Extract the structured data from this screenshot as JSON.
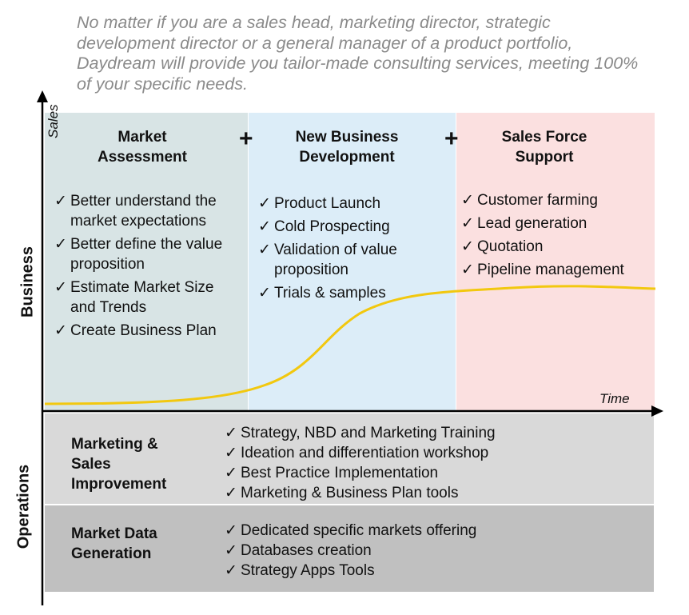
{
  "intro": "No matter if you are a sales head, marketing director, strategic development director or a general manager of a product portfolio, Daydream will provide you tailor-made consulting services, meeting 100% of your specific needs.",
  "axis": {
    "y_business": "Business",
    "y_operations": "Operations",
    "sales": "Sales",
    "time": "Time"
  },
  "plus": "+",
  "check": "✓",
  "columns": [
    {
      "title_lines": [
        "Market",
        "Assessment"
      ],
      "items": [
        [
          "Better understand the",
          "market expectations"
        ],
        [
          "Better define the value",
          "proposition"
        ],
        [
          "Estimate Market Size",
          "and Trends"
        ],
        [
          "Create Business Plan"
        ]
      ]
    },
    {
      "title_lines": [
        "New Business",
        "Development"
      ],
      "items": [
        [
          "Product Launch"
        ],
        [
          "Cold Prospecting"
        ],
        [
          "Validation of value",
          "proposition"
        ],
        [
          "Trials & samples"
        ]
      ]
    },
    {
      "title_lines": [
        "Sales Force",
        "Support"
      ],
      "items": [
        [
          "Customer farming"
        ],
        [
          "Lead generation"
        ],
        [
          "Quotation"
        ],
        [
          "Pipeline management"
        ]
      ]
    }
  ],
  "operations": [
    {
      "title_lines": [
        "Marketing &",
        "Sales",
        "Improvement"
      ],
      "items": [
        "Strategy, NBD and Marketing Training",
        "Ideation and differentiation workshop",
        "Best Practice Implementation",
        "Marketing & Business Plan tools"
      ]
    },
    {
      "title_lines": [
        "Market Data",
        "Generation"
      ],
      "items": [
        "Dedicated specific markets offering",
        "Databases creation",
        "Strategy Apps Tools"
      ]
    }
  ],
  "colors": {
    "curve": "#f2c80f",
    "market": "#d8e4e5",
    "nbd": "#dcedf8",
    "sales": "#fbe0e0",
    "ops1": "#d9d9d9",
    "ops2": "#c0c0c0"
  }
}
